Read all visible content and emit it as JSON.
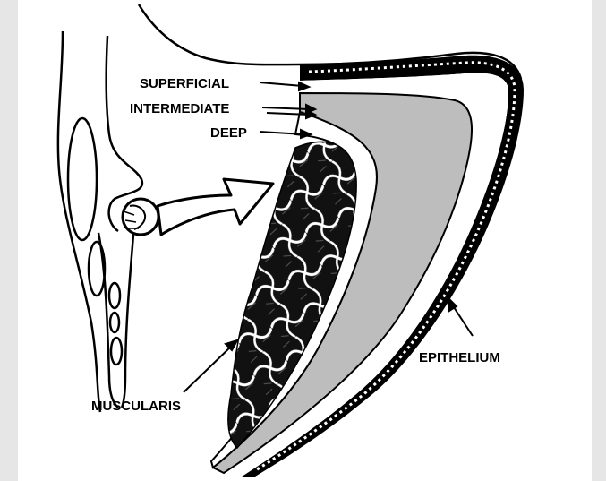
{
  "labels": {
    "superficial": "SUPERFICIAL",
    "intermediate": "INTERMEDIATE",
    "deep": "DEEP",
    "muscularis": "MUSCULARIS",
    "epithelium": "EPITHELIUM"
  },
  "colors": {
    "background": "#e6e6e6",
    "panel": "#ffffff",
    "ink": "#000000",
    "intermediate_layer": "#bdbdbd"
  }
}
